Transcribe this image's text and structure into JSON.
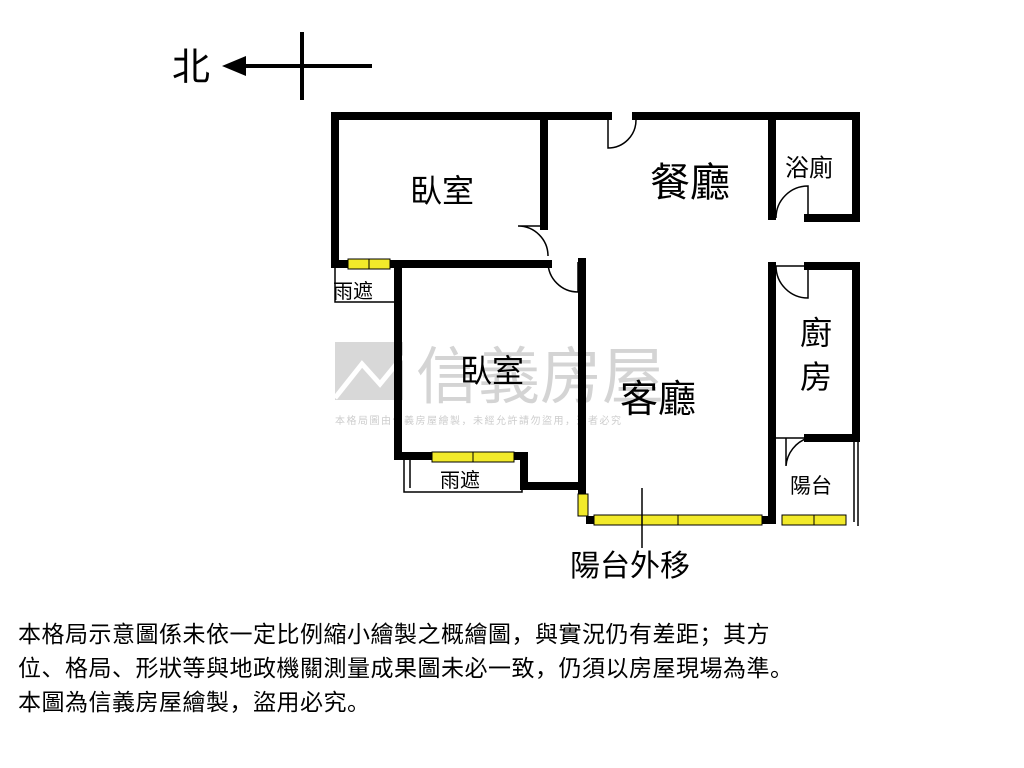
{
  "compass": {
    "label": "北"
  },
  "rooms": {
    "bedroom_1": "臥室",
    "dining": "餐廳",
    "bathroom": "浴廁",
    "bedroom_2": "臥室",
    "living": "客廳",
    "kitchen": "廚房",
    "awning_1": "雨遮",
    "awning_2": "雨遮",
    "balcony": "陽台",
    "balcony_outward": "陽台外移"
  },
  "watermark": {
    "brand": "信義房屋",
    "notice": "本格局圖由信義房屋繪製，未經允許請勿盜用，違者必究"
  },
  "disclaimer": {
    "line1": "本格局示意圖係未依一定比例縮小繪製之概繪圖，與實況仍有差距；其方",
    "line2": "位、格局、形狀等與地政機關測量成果圖未必一致，仍須以房屋現場為準。",
    "line3": "本圖為信義房屋繪製，盜用必究。"
  },
  "colors": {
    "wall": "#000000",
    "window": "#f2ea2a",
    "watermark": "#d0d0d0"
  }
}
